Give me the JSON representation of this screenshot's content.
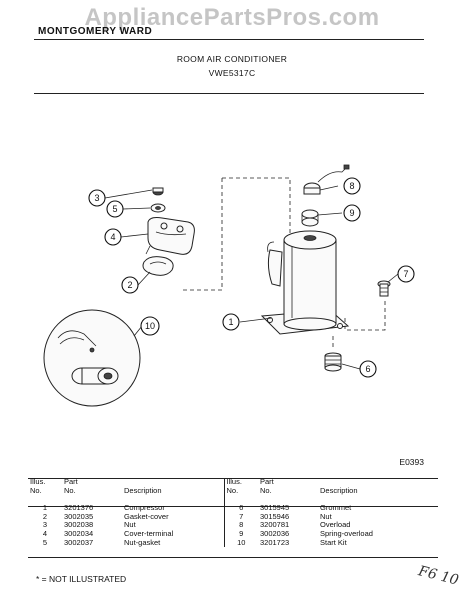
{
  "header": {
    "brand": "MONTGOMERY WARD",
    "watermark": "AppliancePartsPros.com",
    "title": "ROOM AIR CONDITIONER",
    "model": "VWE5317C"
  },
  "callouts": [
    "1",
    "2",
    "3",
    "4",
    "5",
    "6",
    "7",
    "8",
    "9",
    "10"
  ],
  "diagram_code": "E0393",
  "table": {
    "headers": {
      "illus": [
        "Illus.",
        "No."
      ],
      "part": [
        "Part",
        "No."
      ],
      "description": "Description"
    },
    "rows": [
      {
        "left": {
          "illus": "1",
          "part": "3201376",
          "desc": "Compressor"
        },
        "right": {
          "illus": "6",
          "part": "3015945",
          "desc": "Grommet"
        }
      },
      {
        "left": {
          "illus": "2",
          "part": "3002035",
          "desc": "Gasket-cover"
        },
        "right": {
          "illus": "7",
          "part": "3015946",
          "desc": "Nut"
        }
      },
      {
        "left": {
          "illus": "3",
          "part": "3002038",
          "desc": "Nut"
        },
        "right": {
          "illus": "8",
          "part": "3200781",
          "desc": "Overload"
        }
      },
      {
        "left": {
          "illus": "4",
          "part": "3002034",
          "desc": "Cover-terminal"
        },
        "right": {
          "illus": "9",
          "part": "3002036",
          "desc": "Spring-overload"
        }
      },
      {
        "left": {
          "illus": "5",
          "part": "3002037",
          "desc": "Nut-gasket"
        },
        "right": {
          "illus": "10",
          "part": "3201723",
          "desc": "Start Kit"
        }
      }
    ]
  },
  "footnote": "* = NOT ILLUSTRATED",
  "handwriting": "F6 10"
}
